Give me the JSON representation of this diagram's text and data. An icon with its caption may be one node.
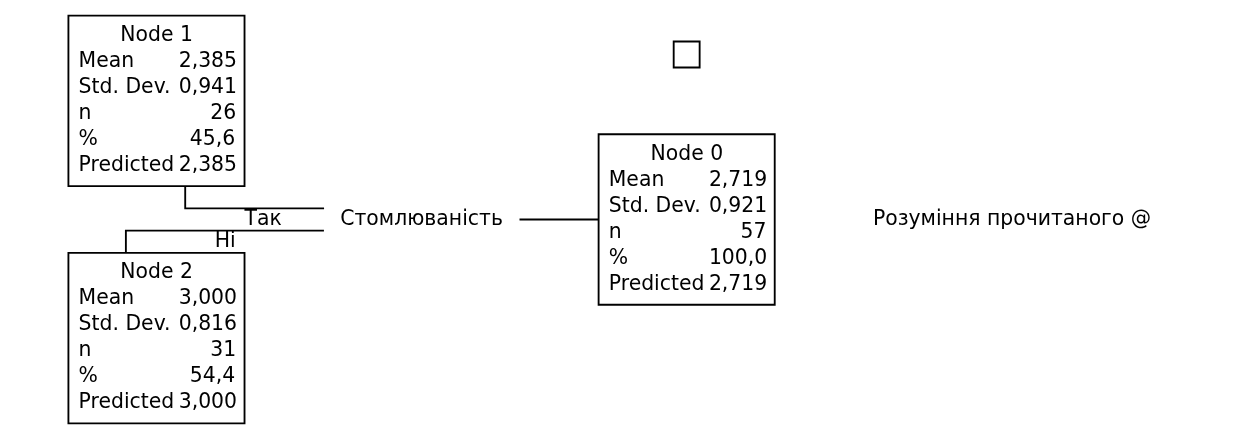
{
  "diagram": {
    "nodes": [
      {
        "text": [
          "Node 1",
          "Mean",
          "2,385",
          "Std. Dev.",
          "0,941",
          "n",
          "26",
          "%",
          "45,6",
          "Predicted",
          "2,385"
        ]
      },
      {
        "text": [
          "Node 2",
          "Mean",
          "3,000",
          "Std. Dev.",
          "0,816",
          "n",
          "31",
          "%",
          "54,4",
          "Predicted",
          "3,000"
        ]
      },
      {
        "text": [
          "Стомлюваність"
        ]
      },
      {
        "text": [
          "Node 0",
          "Mean",
          "2,719",
          "Std. Dev.",
          "0,921",
          "n",
          "57",
          "%",
          "100,0",
          "Predicted",
          "2,719"
        ]
      },
      {
        "text": [],
        "shape": "box"
      }
    ],
    "edges": [
      {
        "from": 3,
        "to": 2,
        "arrow": "none"
      },
      {
        "from": 2,
        "to": 0,
        "label": "Так",
        "arrow": "none"
      },
      {
        "from": 2,
        "to": 1,
        "label": "Ні",
        "arrow": "none"
      }
    ],
    "labels": [
      "Розуміння прочитаного @"
    ]
  }
}
